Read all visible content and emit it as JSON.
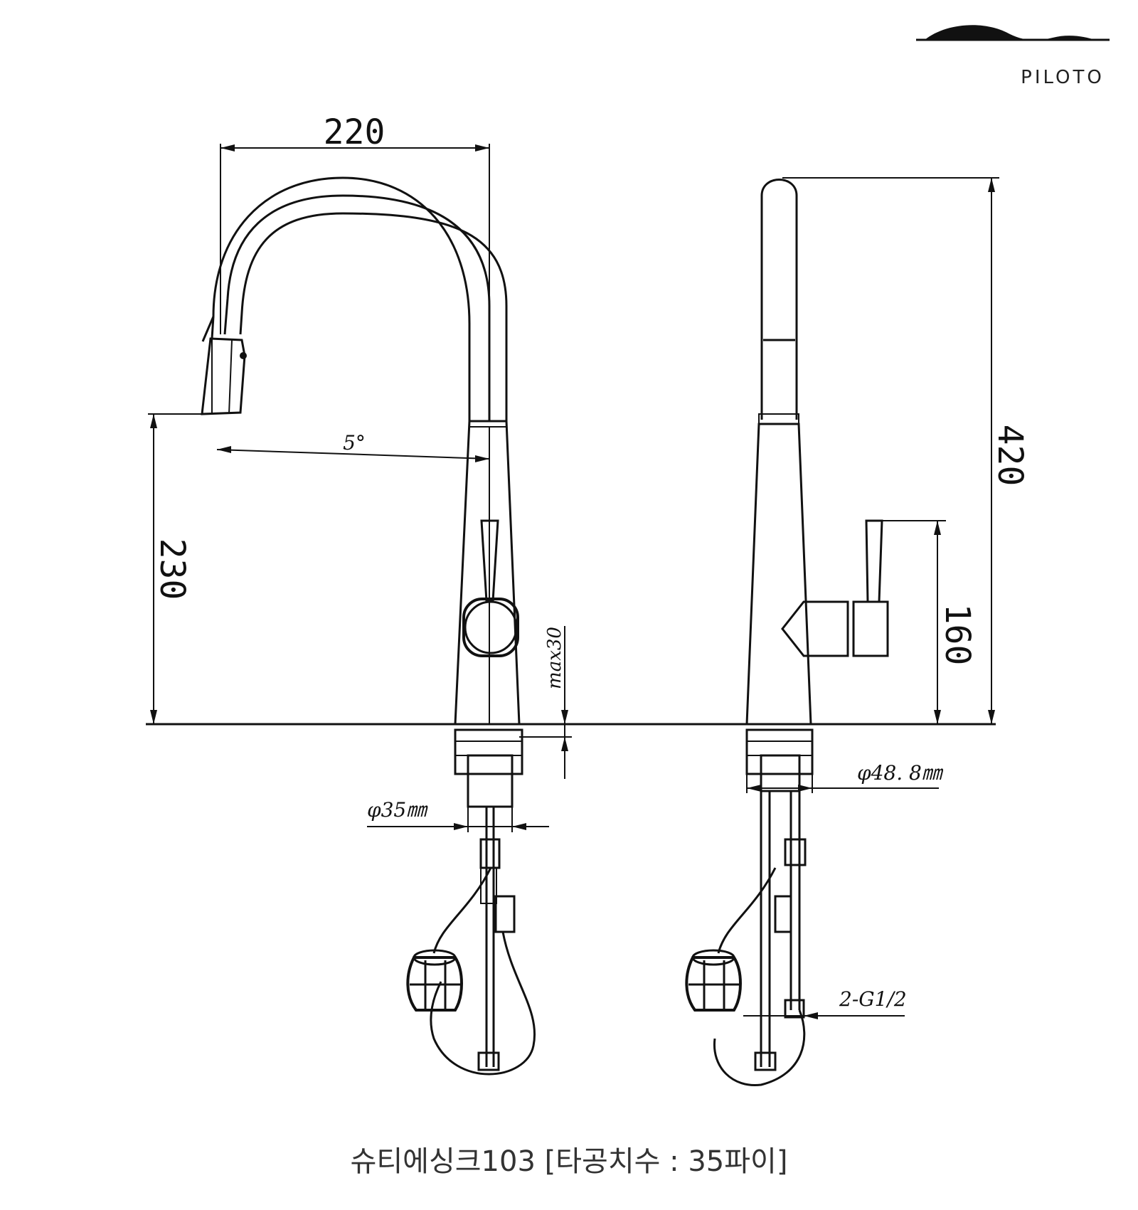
{
  "brand": {
    "name": "PILOTO"
  },
  "dimensions": {
    "spout_reach": "220",
    "spout_angle": "5°",
    "outlet_height": "230",
    "total_height": "420",
    "handle_height": "160",
    "max_deck": "max30",
    "hole_diameter": "φ35㎜",
    "base_diameter": "φ48. 8㎜",
    "hose_thread": "2-G1/2"
  },
  "caption": "슈티에싱크103 [타공치수 : 35파이]",
  "colors": {
    "line": "#111111",
    "caption": "#333333"
  }
}
